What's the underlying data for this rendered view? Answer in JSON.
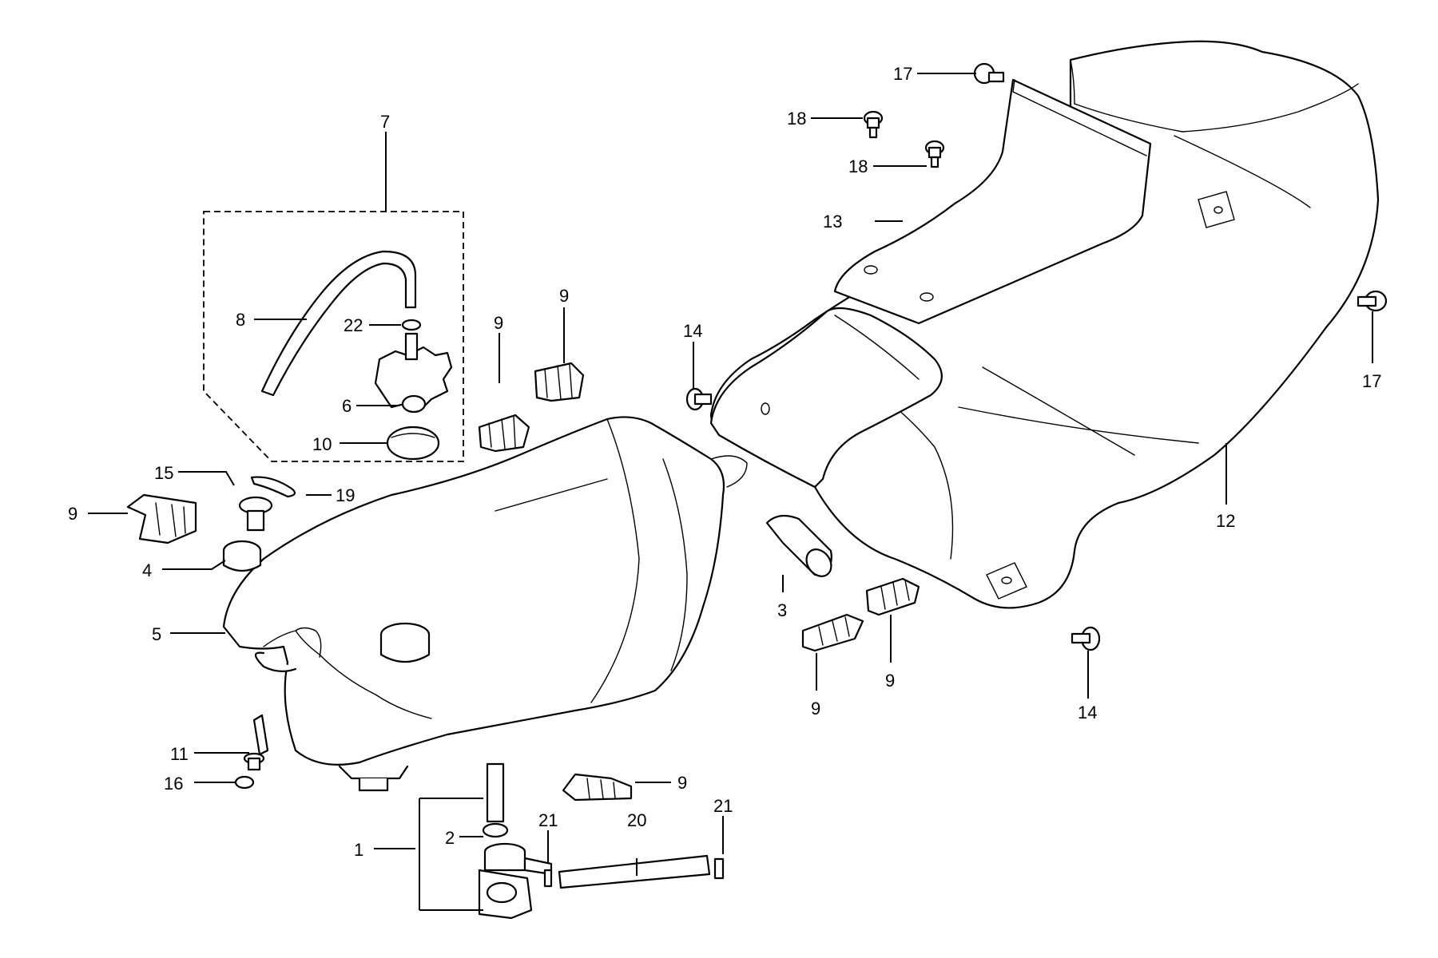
{
  "callouts": {
    "c1": "1",
    "c2": "2",
    "c3": "3",
    "c4": "4",
    "c5": "5",
    "c6": "6",
    "c7": "7",
    "c8": "8",
    "c9a": "9",
    "c9b": "9",
    "c9c": "9",
    "c9d": "9",
    "c9e": "9",
    "c9f": "9",
    "c10": "10",
    "c11": "11",
    "c12": "12",
    "c13": "13",
    "c14a": "14",
    "c14b": "14",
    "c15": "15",
    "c16": "16",
    "c17a": "17",
    "c17b": "17",
    "c18a": "18",
    "c18b": "18",
    "c19": "19",
    "c20": "20",
    "c21a": "21",
    "c21b": "21",
    "c22": "22"
  }
}
